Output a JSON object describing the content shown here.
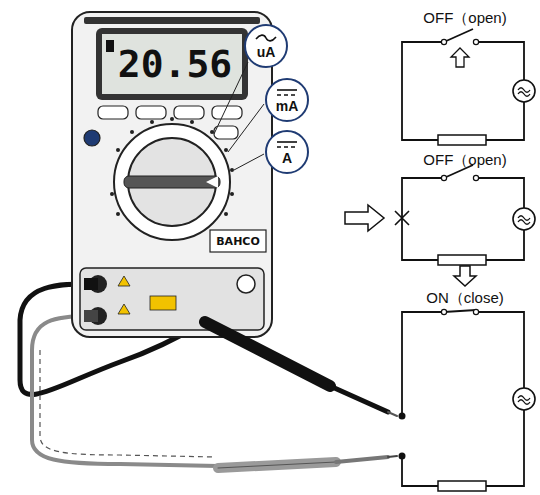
{
  "diagram": {
    "nodes": [
      {
        "text": [
          "uA"
        ]
      },
      {
        "text": [
          "mA"
        ]
      },
      {
        "text": [
          "A"
        ]
      },
      {
        "text": [
          "OFF（open)"
        ]
      },
      {
        "text": [
          "OFF（open)"
        ]
      },
      {
        "text": [
          "ON（close)"
        ]
      }
    ],
    "edges": [
      {
        "from": 4,
        "to": 5,
        "arrow": "to"
      }
    ],
    "labels": [
      "20.56",
      "BAHCO"
    ]
  }
}
